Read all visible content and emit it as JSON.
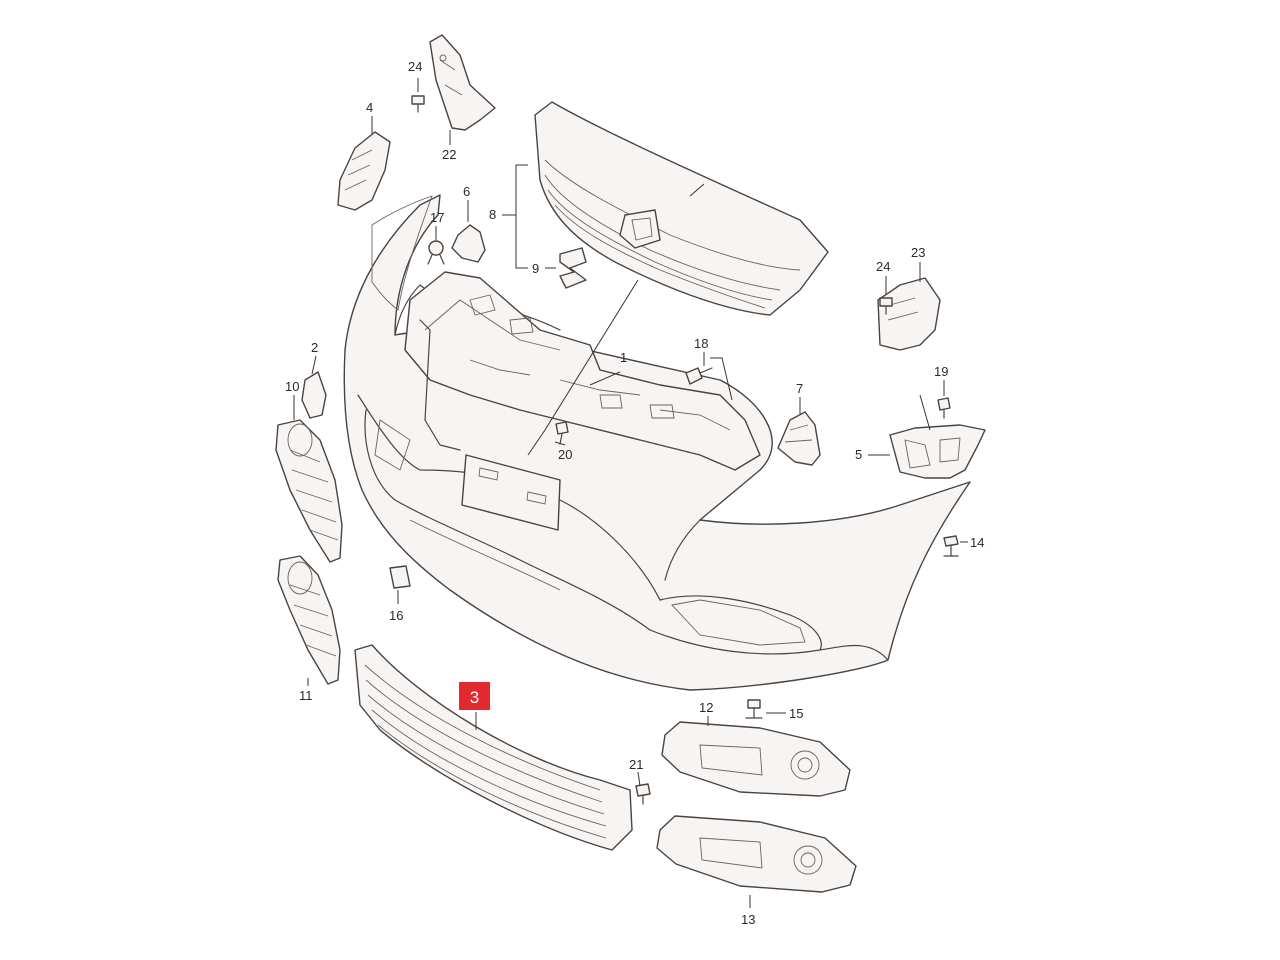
{
  "colors": {
    "line": "#4a4340",
    "highlight": "#e2292f",
    "background": "#ffffff"
  },
  "highlighted_part": "3",
  "labels": {
    "p1": "1",
    "p2": "2",
    "p3": "3",
    "p4": "4",
    "p5": "5",
    "p6": "6",
    "p7": "7",
    "p8": "8",
    "p9": "9",
    "p10": "10",
    "p11": "11",
    "p12": "12",
    "p13": "13",
    "p14": "14",
    "p15": "15",
    "p16": "16",
    "p17": "17",
    "p18": "18",
    "p19": "19",
    "p20": "20",
    "p21": "21",
    "p22": "22",
    "p23": "23",
    "p24a": "24",
    "p24b": "24"
  }
}
